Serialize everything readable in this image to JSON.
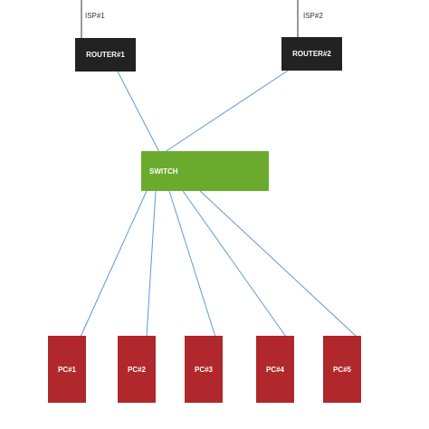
{
  "colors": {
    "router": "#222222",
    "switch": "#6aab2e",
    "pc": "#b0282b",
    "link": "#5b9bd5",
    "uplink": "#333333"
  },
  "isps": [
    {
      "label": "ISP#1"
    },
    {
      "label": "ISP#2"
    }
  ],
  "routers": [
    {
      "label": "ROUTER#1"
    },
    {
      "label": "ROUTER#2"
    }
  ],
  "switch": {
    "label": "SWITCH"
  },
  "pcs": [
    {
      "label": "PC#1"
    },
    {
      "label": "PC#2"
    },
    {
      "label": "PC#3"
    },
    {
      "label": "PC#4"
    },
    {
      "label": "PC#5"
    }
  ]
}
